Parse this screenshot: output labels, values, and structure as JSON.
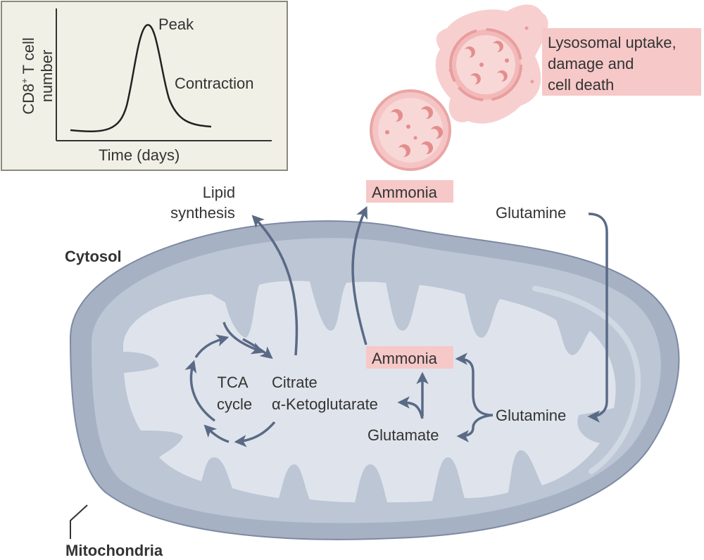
{
  "inset": {
    "ylabel_main": "CD8",
    "ylabel_sup": "+",
    "ylabel_rest": " T cell",
    "ylabel_line2": "number",
    "xlabel": "Time (days)",
    "peak_label": "Peak",
    "contraction_label": "Contraction"
  },
  "labels": {
    "cytosol": "Cytosol",
    "mitochondria": "Mitochondria",
    "lipid_line1": "Lipid",
    "lipid_line2": "synthesis",
    "ammonia_outside": "Ammonia",
    "ammonia_inside": "Ammonia",
    "glutamine_outside": "Glutamine",
    "glutamine_inside": "Glutamine",
    "glutamate": "Glutamate",
    "citrate": "Citrate",
    "akg": "α-Ketoglutarate",
    "tca_line1": "TCA",
    "tca_line2": "cycle",
    "lysosome_line1": "Lysosomal uptake,",
    "lysosome_line2": "damage and",
    "lysosome_line3": "cell death"
  },
  "colors": {
    "mito_outer": "#a6b1c4",
    "mito_inner": "#bcc6d5",
    "matrix": "#dfe4ec",
    "arrow": "#5a6a86",
    "highlight": "#f6c8c8",
    "lysosome": "#f7cfcf",
    "inset_bg": "#f1f0e6"
  }
}
